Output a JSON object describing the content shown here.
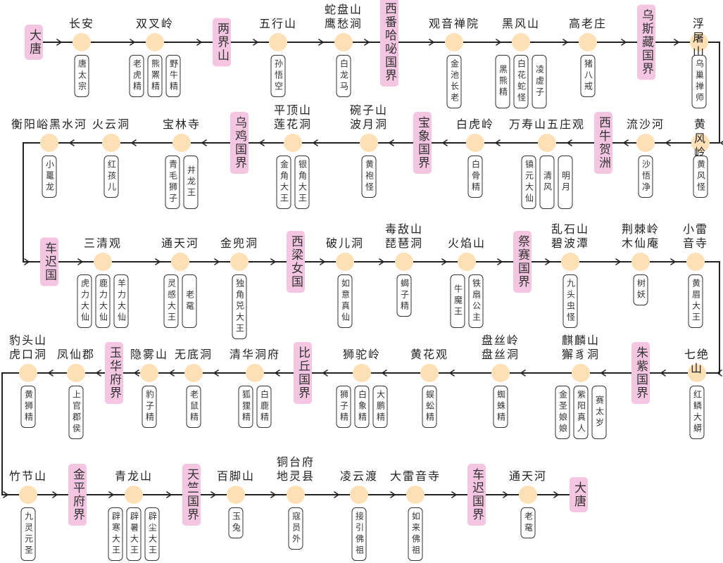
{
  "colors": {
    "region_fill": "#f5c6e2",
    "node_fill": "#fde0b6",
    "line": "#222222"
  },
  "rows": [
    {
      "direction": "right",
      "items": [
        {
          "type": "region",
          "name": "大唐"
        },
        {
          "type": "place",
          "name": "长安",
          "characters": [
            "唐太宗"
          ]
        },
        {
          "type": "place",
          "name": "双叉岭",
          "characters": [
            "老虎精",
            "熊罴精",
            "野牛精"
          ]
        },
        {
          "type": "region",
          "name": "两界山"
        },
        {
          "type": "place",
          "name": "五行山",
          "characters": [
            "孙悟空"
          ]
        },
        {
          "type": "place",
          "name": "蛇盘山\n鹰愁涧",
          "characters": [
            "白龙马"
          ]
        },
        {
          "type": "region",
          "name": "西番哈咇国界"
        },
        {
          "type": "place",
          "name": "观音禅院",
          "characters": [
            "金池长老"
          ]
        },
        {
          "type": "place",
          "name": "黑风山",
          "characters": [
            "黑熊精",
            "白花蛇怪",
            "凌虚子"
          ]
        },
        {
          "type": "place",
          "name": "高老庄",
          "characters": [
            "猪八戒"
          ]
        },
        {
          "type": "region",
          "name": "乌斯藏国界"
        },
        {
          "type": "place",
          "name": "浮屠山",
          "characters": [
            "乌巢禅师"
          ]
        }
      ]
    },
    {
      "direction": "left",
      "items": [
        {
          "type": "place",
          "name": "黄风岭",
          "characters": [
            "黄风怪"
          ]
        },
        {
          "type": "place",
          "name": "流沙河",
          "characters": [
            "沙悟净"
          ]
        },
        {
          "type": "region",
          "name": "西牛贺洲"
        },
        {
          "type": "place",
          "name": "万寿山五庄观",
          "characters": [
            "镇元大仙",
            "清风",
            "明月"
          ]
        },
        {
          "type": "place",
          "name": "白虎岭",
          "characters": [
            "白骨精"
          ]
        },
        {
          "type": "region",
          "name": "宝象国界"
        },
        {
          "type": "place",
          "name": "碗子山\n波月洞",
          "characters": [
            "黄袍怪"
          ]
        },
        {
          "type": "place",
          "name": "平顶山\n莲花洞",
          "characters": [
            "金角大王",
            "银角大王"
          ]
        },
        {
          "type": "region",
          "name": "乌鸡国界"
        },
        {
          "type": "place",
          "name": "宝林寺",
          "characters": [
            "青毛狮子",
            "井龙王"
          ]
        },
        {
          "type": "place",
          "name": "火云洞",
          "characters": [
            "红孩儿"
          ]
        },
        {
          "type": "place",
          "name": "衡阳峪黑水河",
          "characters": [
            "小鼍龙"
          ]
        }
      ]
    },
    {
      "direction": "right",
      "items": [
        {
          "type": "region",
          "name": "车迟国"
        },
        {
          "type": "place",
          "name": "三清观",
          "characters": [
            "虎力大仙",
            "鹿力大仙",
            "羊力大仙"
          ]
        },
        {
          "type": "place",
          "name": "通天河",
          "characters": [
            "灵感大王",
            "老鼋"
          ]
        },
        {
          "type": "place",
          "name": "金兜洞",
          "characters": [
            "独角兕大王"
          ]
        },
        {
          "type": "region",
          "name": "西梁女国"
        },
        {
          "type": "place",
          "name": "破儿洞",
          "characters": [
            "如意真仙"
          ]
        },
        {
          "type": "place",
          "name": "毒敌山\n琵琶洞",
          "characters": [
            "蝎子精"
          ]
        },
        {
          "type": "place",
          "name": "火焰山",
          "characters": [
            "牛魔王",
            "铁扇公主"
          ]
        },
        {
          "type": "region",
          "name": "祭赛国界"
        },
        {
          "type": "place",
          "name": "乱石山\n碧波潭",
          "characters": [
            "九头虫怪"
          ]
        },
        {
          "type": "place",
          "name": "荆棘岭\n木仙庵",
          "characters": [
            "树妖"
          ]
        },
        {
          "type": "place",
          "name": "小雷\n音寺",
          "characters": [
            "黄眉大王"
          ]
        }
      ]
    },
    {
      "direction": "left",
      "items": [
        {
          "type": "place",
          "name": "七绝山",
          "characters": [
            "红鳞大蟒"
          ]
        },
        {
          "type": "region",
          "name": "朱紫国界"
        },
        {
          "type": "place",
          "name": "麒麟山\n獬豸洞",
          "characters": [
            "金圣娘娘",
            "紫阳真人",
            "赛太岁"
          ]
        },
        {
          "type": "place",
          "name": "盘丝岭\n盘丝洞",
          "characters": [
            "蜘蛛精"
          ]
        },
        {
          "type": "place",
          "name": "黄花观",
          "characters": [
            "蜈蚣精"
          ]
        },
        {
          "type": "place",
          "name": "狮驼岭",
          "characters": [
            "狮子精",
            "白象精",
            "大鹏精"
          ]
        },
        {
          "type": "region",
          "name": "比丘国界"
        },
        {
          "type": "place",
          "name": "清华洞府",
          "characters": [
            "狐狸精",
            "白鹿精"
          ]
        },
        {
          "type": "place",
          "name": "无底洞",
          "characters": [
            "老鼠精"
          ]
        },
        {
          "type": "place",
          "name": "隐雾山",
          "characters": [
            "豹子精"
          ]
        },
        {
          "type": "region",
          "name": "玉华府界"
        },
        {
          "type": "place",
          "name": "凤仙郡",
          "characters": [
            "上官郡侯"
          ]
        },
        {
          "type": "place",
          "name": "豹头山\n虎口洞",
          "characters": [
            "黄狮精"
          ]
        }
      ]
    },
    {
      "direction": "right",
      "items": [
        {
          "type": "place",
          "name": "竹节山",
          "characters": [
            "九灵元圣"
          ]
        },
        {
          "type": "region",
          "name": "金平府界"
        },
        {
          "type": "place",
          "name": "青龙山",
          "characters": [
            "辟寒大王",
            "辟暑大王",
            "辟尘大王"
          ]
        },
        {
          "type": "region",
          "name": "天竺国界"
        },
        {
          "type": "place",
          "name": "百脚山",
          "characters": [
            "玉兔"
          ]
        },
        {
          "type": "place",
          "name": "铜台府\n地灵县",
          "characters": [
            "寇员外"
          ]
        },
        {
          "type": "place",
          "name": "凌云渡",
          "characters": [
            "接引佛祖"
          ]
        },
        {
          "type": "place",
          "name": "大雷音寺",
          "characters": [
            "如来佛祖"
          ]
        },
        {
          "type": "region",
          "name": "车迟国界"
        },
        {
          "type": "place",
          "name": "通天河",
          "characters": [
            "老鼋"
          ]
        },
        {
          "type": "region",
          "name": "大唐"
        }
      ]
    }
  ]
}
